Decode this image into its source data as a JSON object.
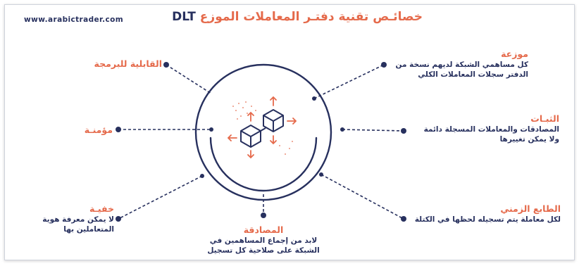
{
  "site": "www.arabictrader.com",
  "title": {
    "text": "خصائـص تقنية دفتـر المعاملات الموزع",
    "acronym": "DLT"
  },
  "colors": {
    "navy": "#27305e",
    "accent": "#e56a4b"
  },
  "features": {
    "distributed": {
      "title": "موزعة",
      "desc": "كل مساهمي الشبكة لديهم نسخة من الدفتر سجلات المعاملات الكلي"
    },
    "immutable": {
      "title": "الثبـات",
      "desc": "المصادقات والمعاملات المسجلة دائمة ولا يمكن تغييرها"
    },
    "timestamp": {
      "title": "الطابع الزمني",
      "desc": "لكل معاملة يتم تسجيله لحظها في الكتلة"
    },
    "validation": {
      "title": "المصادقة",
      "desc": "لابد من إجماع المساهمين في الشبكة على صلاحية كل تسجيل"
    },
    "anonymous": {
      "title": "خفيـة",
      "desc": "لا يمكن معرفة هوية المتعاملين بها"
    },
    "secure": {
      "title": "مؤمنـة",
      "desc": ""
    },
    "programmable": {
      "title": "القابلية للبرمجة",
      "desc": ""
    }
  },
  "icons": {
    "center": "blockchain-cubes-icon",
    "connector": "dot-icon"
  }
}
